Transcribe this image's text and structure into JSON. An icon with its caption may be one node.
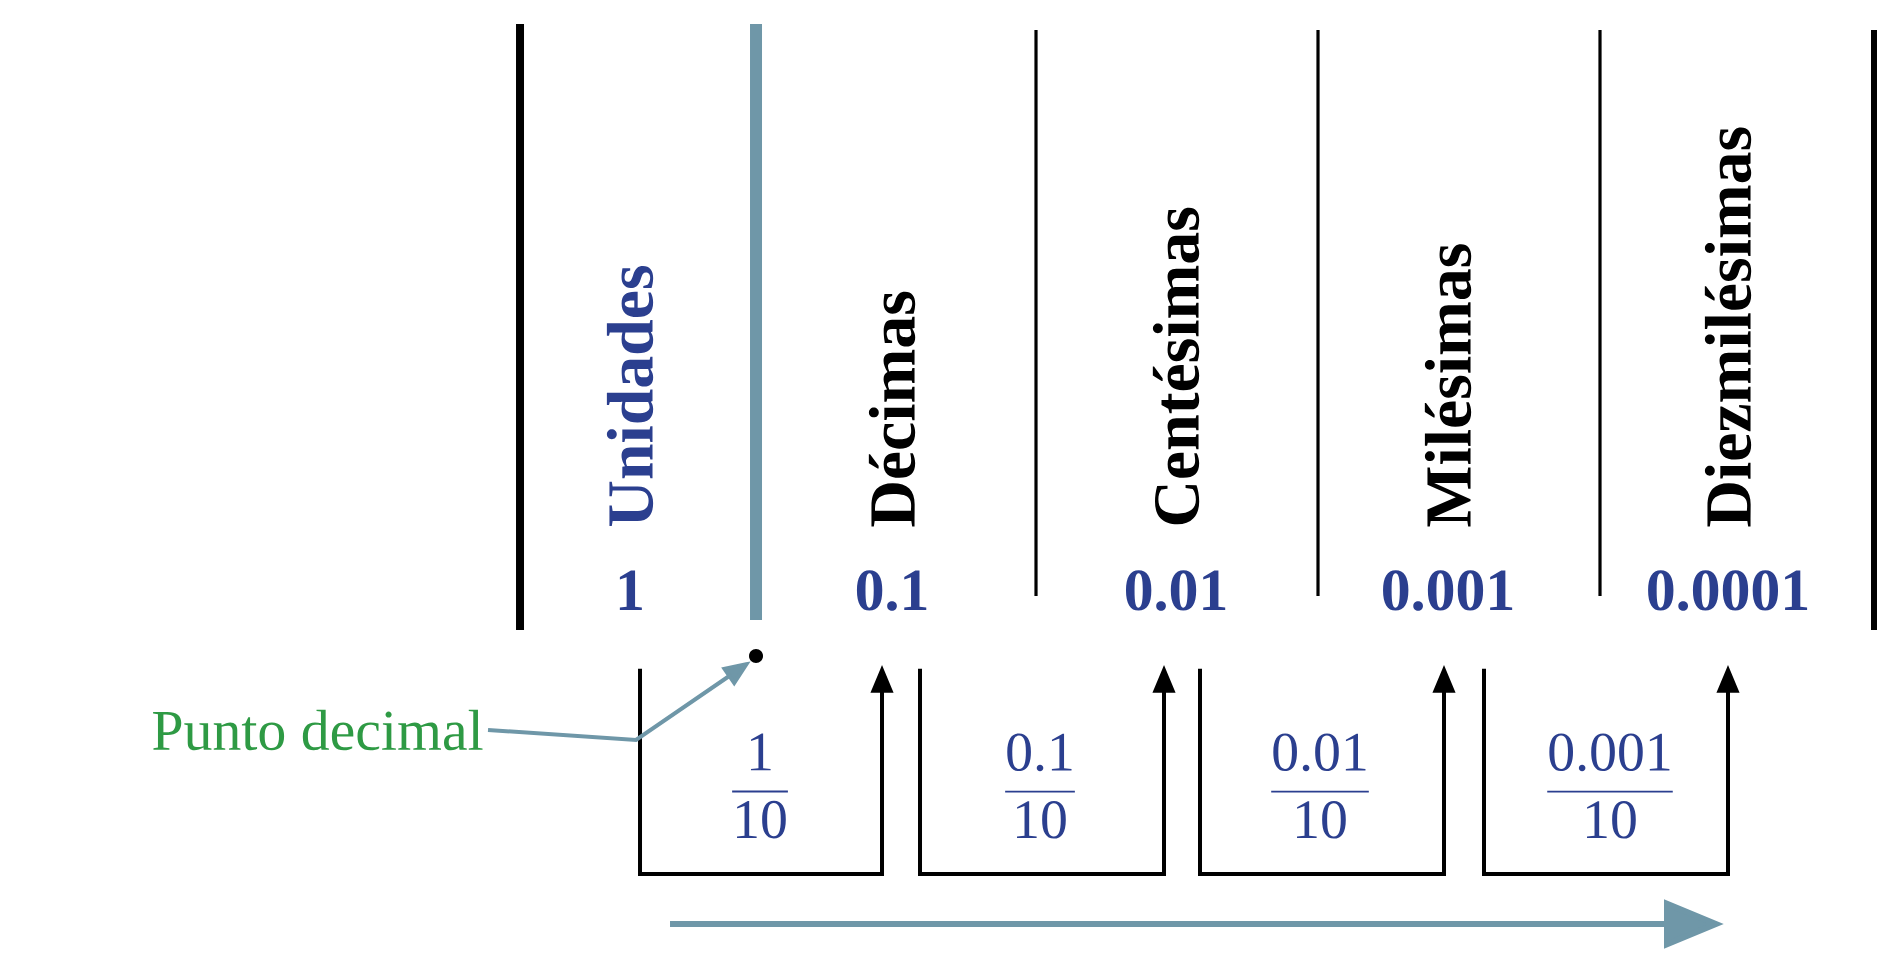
{
  "diagram": {
    "nodes": [
      {
        "text": [
          "Unidades",
          "1"
        ]
      },
      {
        "text": [
          "Décimas",
          "0.1"
        ]
      },
      {
        "text": [
          "Centésimas",
          "0.01"
        ]
      },
      {
        "text": [
          "Milésimas",
          "0.001"
        ]
      },
      {
        "text": [
          "Diezmilésimas",
          "0.0001"
        ]
      },
      {
        "text": [
          "Punto decimal"
        ]
      },
      {
        "text": [],
        "shape": "circle"
      }
    ],
    "edges": [
      {
        "from": 0,
        "to": 1,
        "arrow": "to"
      },
      {
        "from": 1,
        "to": 2,
        "arrow": "to"
      },
      {
        "from": 2,
        "to": 3,
        "arrow": "to"
      },
      {
        "from": 3,
        "to": 4,
        "arrow": "to"
      },
      {
        "from": 5,
        "to": 6,
        "arrow": "to",
        "color": "#6f97a8"
      }
    ],
    "labels": [
      "1",
      "10",
      "0.1",
      "10",
      "0.01",
      "10",
      "0.001",
      "10"
    ]
  }
}
